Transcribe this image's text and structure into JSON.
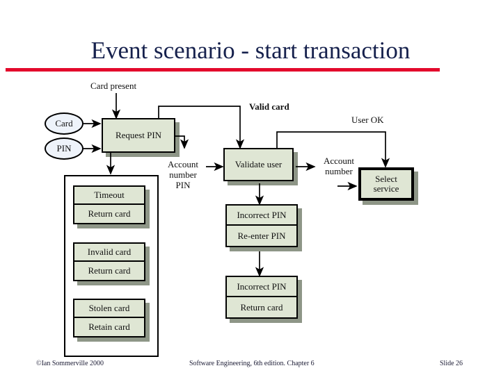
{
  "slide": {
    "title": "Event scenario - start transaction",
    "accent_rule_color": "#e3092c",
    "title_color": "#16214d",
    "background": "#ffffff"
  },
  "diagram": {
    "type": "data-flow-diagram",
    "node_fill": "#dfe6d4",
    "ellipse_fill": "#eef3fa",
    "shadow_color": "#8e9687",
    "inputs": [
      {
        "id": "card",
        "label": "Card"
      },
      {
        "id": "pin",
        "label": "PIN"
      }
    ],
    "processes": [
      {
        "id": "request-pin",
        "label": "Request PIN"
      },
      {
        "id": "validate-user",
        "label": "Validate user"
      },
      {
        "id": "select-service",
        "label_line1": "Select",
        "label_line2": "service"
      }
    ],
    "outcome_stacks": [
      {
        "id": "timeout-return",
        "top": "Timeout",
        "bottom": "Return card"
      },
      {
        "id": "invalid-return",
        "top": "Invalid card",
        "bottom": "Return card"
      },
      {
        "id": "stolen-retain",
        "top": "Stolen card",
        "bottom": "Retain card"
      },
      {
        "id": "incorrect-reenter",
        "top": "Incorrect PIN",
        "bottom": "Re-enter PIN"
      },
      {
        "id": "incorrect-return",
        "top": "Incorrect PIN",
        "bottom": "Return card"
      }
    ],
    "edge_labels": [
      {
        "id": "card-present",
        "text": "Card present"
      },
      {
        "id": "valid-card",
        "text": "Valid card"
      },
      {
        "id": "user-ok",
        "text": "User OK"
      },
      {
        "id": "account-number-pin-l1",
        "text": "Account"
      },
      {
        "id": "account-number-pin-l2",
        "text": "number"
      },
      {
        "id": "account-number-pin-l3",
        "text": "PIN"
      },
      {
        "id": "account-number-l1",
        "text": "Account"
      },
      {
        "id": "account-number-l2",
        "text": "number"
      }
    ]
  },
  "footer": {
    "left": "©Ian Sommerville 2000",
    "center": "Software Engineering, 6th edition. Chapter 6",
    "right": "Slide  26"
  }
}
